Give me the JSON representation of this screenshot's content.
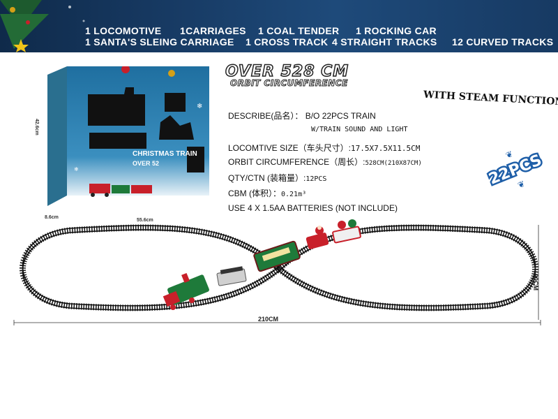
{
  "banner": {
    "row1": [
      "1 LOCOMOTIVE",
      "1CARRIAGES",
      "1 COAL TENDER",
      "1 ROCKING CAR"
    ],
    "row2": [
      "1 SANTA'S SLEING CARRIAGE",
      "1 CROSS TRACK",
      "4 STRAIGHT TRACKS",
      "12 CURVED TRACKS"
    ]
  },
  "box": {
    "height_label": "42.6cm",
    "width_label": "55.6cm",
    "depth_label": "8.6cm",
    "panel_text": "OVER 52",
    "panel_text2": "CHRISTMAS TRAIN"
  },
  "headline": {
    "big": "OVER 528 CM",
    "small": "ORBIT CIRCUMFERENCE"
  },
  "specs": [
    {
      "label": "DESCRIBE(品名）：",
      "value": "B/O 22PCS TRAIN"
    },
    {
      "label": "",
      "value": "W/TRAIN SOUND AND LIGHT"
    },
    {
      "label": "LOCOMTIVE SIZE（车头尺寸）:",
      "value": "17.5X7.5X11.5CM"
    },
    {
      "label": "ORBIT CIRCUMFERENCE（周长）:",
      "value": "528CM(210X87CM)"
    },
    {
      "label": "QTY/CTN (装箱量）:",
      "value": "12PCS"
    },
    {
      "label": "CBM  (体积）：",
      "value": "0.21m³"
    },
    {
      "label": "USE 4 X 1.5AA  BATTERIES (NOT INCLUDE)",
      "value": ""
    }
  ],
  "steam_label": "WITH STEAM FUNCTION",
  "badge_text": "22PCS",
  "track": {
    "length_label": "210CM",
    "height_label": "90CM"
  },
  "colors": {
    "banner_bg": "#173a63",
    "badge_blue": "#1f5fa8",
    "loco_red": "#c8202a",
    "loco_green": "#1e7a3a"
  }
}
